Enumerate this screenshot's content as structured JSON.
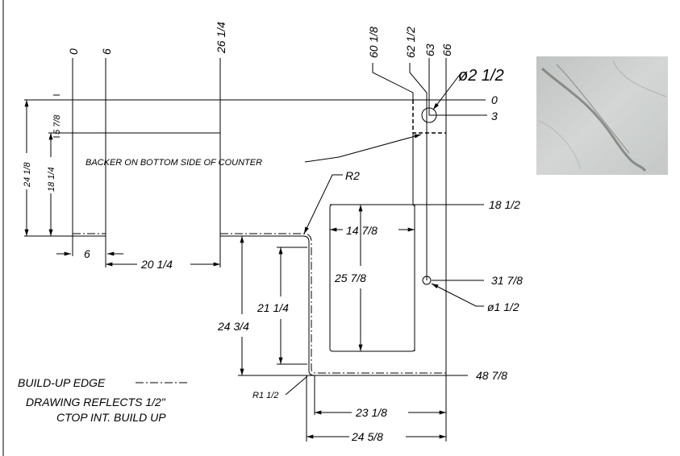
{
  "top_labels": {
    "x0": "0",
    "x6": "6",
    "x26": "26 1/4",
    "x60": "60 1/8",
    "x62": "62 1/2",
    "x63": "63",
    "x66": "66"
  },
  "right_labels": {
    "y0": "0",
    "y3": "3",
    "y18": "18 1/2",
    "y31": "31 7/8",
    "y48": "48 7/8"
  },
  "dimensions": {
    "d6": "6",
    "d20": "20 1/4",
    "d24_1_8": "24 1/8",
    "d18_1_4": "18 1/4",
    "d5_7_8": "5 7/8",
    "d14_7_8": "14 7/8",
    "d25_7_8": "25 7/8",
    "d24_3_4": "24 3/4",
    "d21_1_4": "21 1/4",
    "d23_1_8": "23 1/8",
    "d24_5_8": "24 5/8"
  },
  "callouts": {
    "backer": "BACKER ON BOTTOM SIDE OF COUNTER",
    "r2": "R2",
    "r1_5": "R1 1/2",
    "hole_large": "ø2 1/2",
    "hole_small": "ø1 1/2"
  },
  "notes": {
    "buildup": "BUILD-UP EDGE",
    "reflects": "DRAWING REFLECTS 1/2\"",
    "ctop": "CTOP INT. BUILD UP"
  },
  "colors": {
    "line": "#000000",
    "marble": "#c8ccca"
  }
}
